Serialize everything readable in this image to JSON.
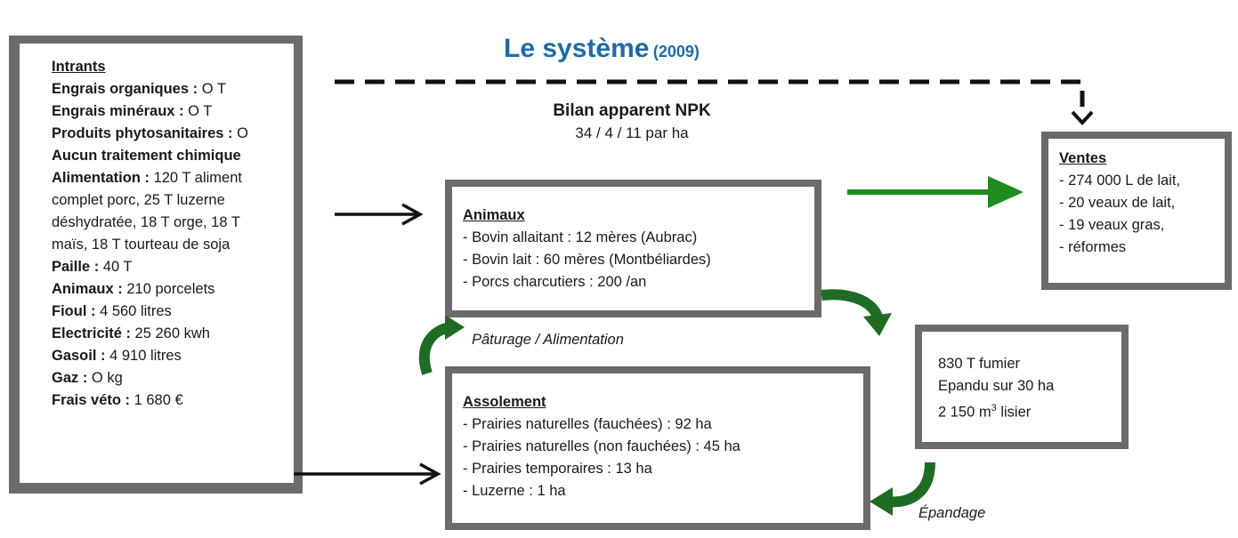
{
  "title": {
    "main": "Le système",
    "year": "(2009)"
  },
  "bilan": {
    "heading": "Bilan apparent  NPK",
    "value": "34 / 4 / 11 par ha"
  },
  "intrants": {
    "heading": "Intrants",
    "lines": [
      {
        "label": "Engrais organiques :",
        "value": " O T"
      },
      {
        "label": "Engrais minéraux :",
        "value": " O T"
      },
      {
        "label": "Produits phytosanitaires :",
        "value": " O"
      },
      {
        "label": "Aucun traitement chimique",
        "value": ""
      },
      {
        "label": "Alimentation :",
        "value": " 120 T aliment"
      },
      {
        "label": "",
        "value": "complet porc, 25 T luzerne"
      },
      {
        "label": "",
        "value": "déshydratée, 18 T orge, 18 T"
      },
      {
        "label": "",
        "value": "maïs, 18 T tourteau de soja"
      },
      {
        "label": "Paille :",
        "value": " 40 T"
      },
      {
        "label": "Animaux :",
        "value": " 210 porcelets"
      },
      {
        "label": "Fioul :",
        "value": " 4 560 litres"
      },
      {
        "label": "Electricité :",
        "value": " 25 260 kwh"
      },
      {
        "label": "Gasoil :",
        "value": " 4 910 litres"
      },
      {
        "label": "Gaz :",
        "value": " O kg"
      },
      {
        "label": "Frais véto :",
        "value": " 1 680 €"
      }
    ]
  },
  "animaux": {
    "heading": "Animaux",
    "items": [
      "- Bovin allaitant : 12 mères (Aubrac)",
      "- Bovin lait : 60 mères (Montbéliardes)",
      "- Porcs charcutiers : 200 /an"
    ]
  },
  "assolement": {
    "heading": "Assolement",
    "items": [
      "- Prairies naturelles (fauchées) : 92 ha",
      "- Prairies naturelles (non fauchées) : 45 ha",
      "- Prairies temporaires : 13 ha",
      "- Luzerne : 1 ha"
    ]
  },
  "ventes": {
    "heading": "Ventes",
    "items": [
      "- 274 000 L de lait,",
      "- 20 veaux de lait,",
      "- 19 veaux gras,",
      "- réformes"
    ]
  },
  "fumier": {
    "line1": "830 T fumier",
    "line2": "Epandu sur 30 ha",
    "line3_pre": "2 150 m",
    "line3_sup": "3",
    "line3_post": " lisier"
  },
  "labels": {
    "paturage": "Pâturage / Alimentation",
    "epandage": "Épandage"
  },
  "colors": {
    "title": "#1f6aa5",
    "border": "#6b6b6b",
    "green": "#1e8c1e",
    "dark_green": "#1f6b23"
  }
}
